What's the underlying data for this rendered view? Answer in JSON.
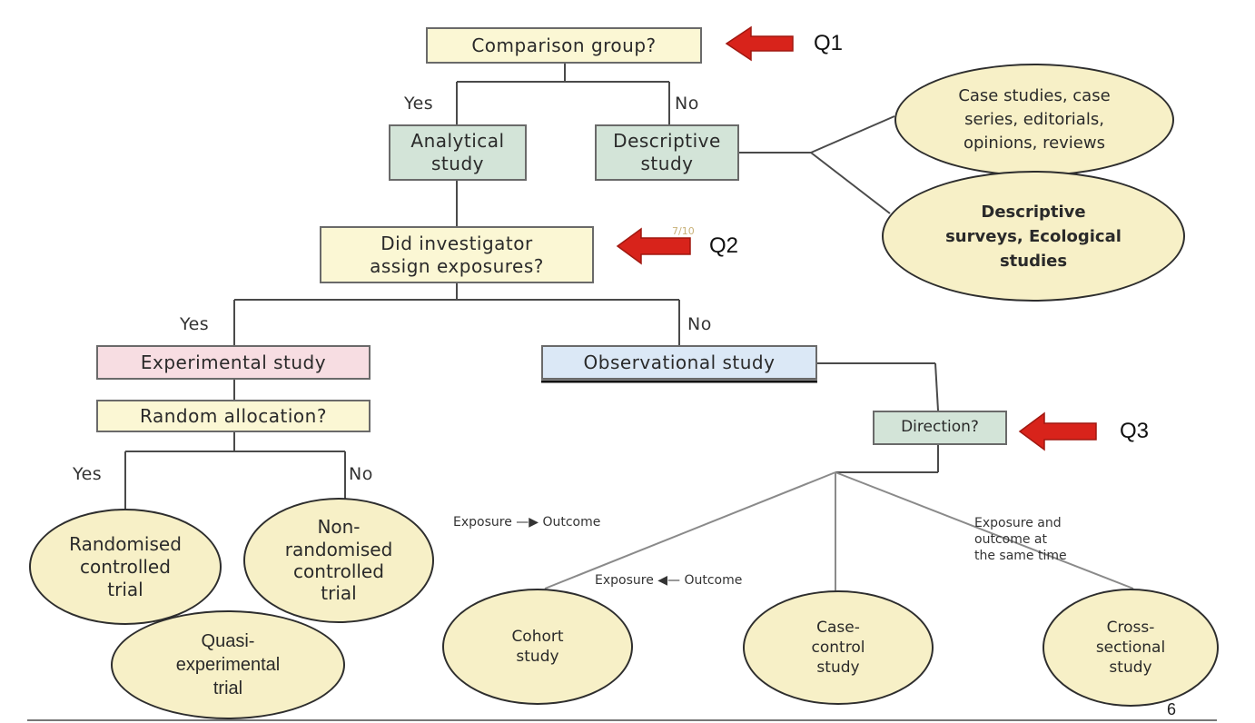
{
  "questions": {
    "q1": {
      "label": "Q1",
      "box": "Comparison group?"
    },
    "q2": {
      "label": "Q2",
      "box": "Did investigator\nassign exposures?",
      "faint_mark": "7/10"
    },
    "q3": {
      "label": "Q3",
      "box": "Direction?"
    }
  },
  "branches": {
    "q1_yes": "Yes",
    "q1_no": "No",
    "q2_yes": "Yes",
    "q2_no": "No",
    "random_yes": "Yes",
    "random_no": "No"
  },
  "boxes": {
    "analytical": "Analytical\nstudy",
    "descriptive": "Descriptive\nstudy",
    "experimental": "Experimental study",
    "observational": "Observational study",
    "random_allocation": "Random allocation?"
  },
  "descriptive_examples": {
    "case_studies": "Case studies, case\nseries, editorials,\nopinions, reviews",
    "surveys": "Descriptive\nsurveys,  Ecological\nstudies"
  },
  "trials": {
    "rct": "Randomised\ncontrolled\ntrial",
    "nrct": "Non-\nrandomised\ncontrolled\ntrial",
    "quasi": "Quasi-\nexperimental\ntrial"
  },
  "direction_labels": {
    "forward": "Exposure —▶ Outcome",
    "backward": "Exposure ◀— Outcome",
    "same_time": "Exposure and\noutcome at\nthe same time"
  },
  "observational_types": {
    "cohort": "Cohort\nstudy",
    "case_control": "Case-\ncontrol\nstudy",
    "cross_sectional": "Cross-\nsectional\nstudy"
  },
  "slide_number": "6",
  "colors": {
    "arrow": "#d8231b",
    "yellow_box": "#fbf7d4",
    "green_box": "#d3e4d8",
    "pink_box": "#f7dde2",
    "blue_box": "#dbe8f6",
    "ellipse": "#f7f0c7"
  }
}
